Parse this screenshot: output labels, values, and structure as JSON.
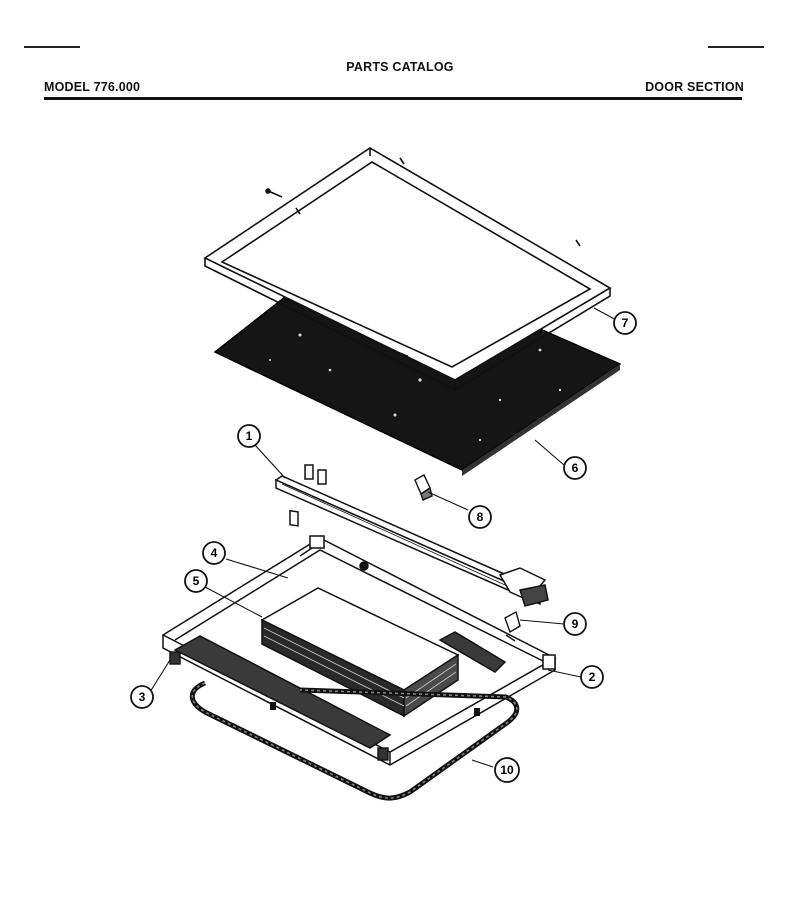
{
  "header": {
    "catalog_title": "PARTS CATALOG",
    "model": "MODEL 776.000",
    "section": "DOOR SECTION"
  },
  "callouts": [
    "1",
    "2",
    "3",
    "4",
    "5",
    "6",
    "7",
    "8",
    "9",
    "10"
  ]
}
